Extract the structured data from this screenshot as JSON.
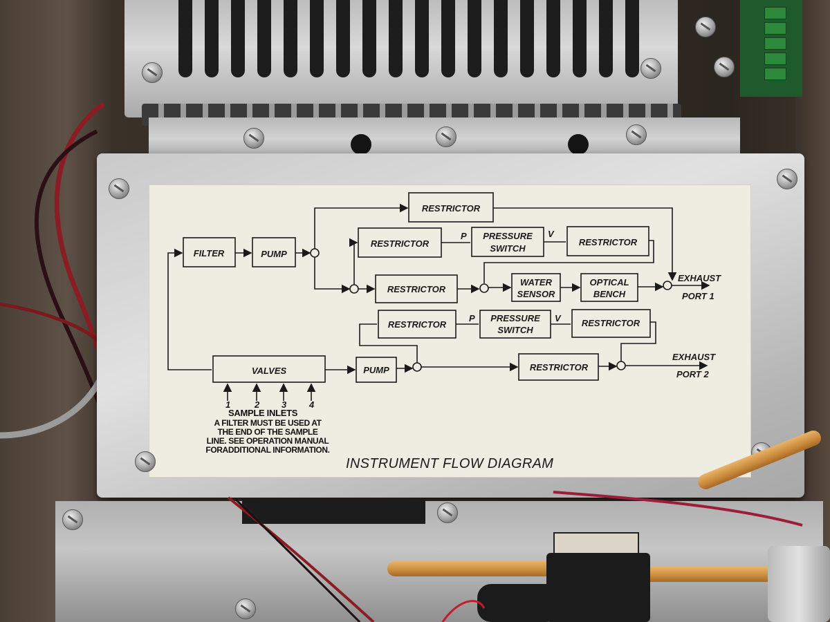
{
  "diagram": {
    "title": "INSTRUMENT FLOW DIAGRAM",
    "blocks": {
      "filter": "FILTER",
      "pump_top": "PUMP",
      "restrictor_top": "RESTRICTOR",
      "restrictor_row1_left": "RESTRICTOR",
      "pressure_switch_row1": [
        "PRESSURE",
        "SWITCH"
      ],
      "restrictor_row1_right": "RESTRICTOR",
      "restrictor_row2": "RESTRICTOR",
      "water_sensor": [
        "WATER",
        "SENSOR"
      ],
      "optical_bench": [
        "OPTICAL",
        "BENCH"
      ],
      "restrictor_row3_left": "RESTRICTOR",
      "pressure_switch_row3": [
        "PRESSURE",
        "SWITCH"
      ],
      "restrictor_row3_right": "RESTRICTOR",
      "valves": "VALVES",
      "pump_bottom": "PUMP",
      "restrictor_bottom": "RESTRICTOR"
    },
    "port_letters": {
      "p": "P",
      "v": "V"
    },
    "exhaust_port_1": [
      "EXHAUST",
      "PORT 1"
    ],
    "exhaust_port_2": [
      "EXHAUST",
      "PORT 2"
    ],
    "inlet_numbers": [
      "1",
      "2",
      "3",
      "4"
    ],
    "sample_inlets": "SAMPLE INLETS",
    "note": [
      "A FILTER MUST BE USED AT",
      "THE END OF THE SAMPLE",
      "LINE. SEE OPERATION MANUAL",
      "FORADDITIONAL INFORMATION."
    ]
  },
  "colors": {
    "label_background": "#efece2",
    "panel_metal": "#d0d0d0",
    "ink": "#1a1a1a",
    "tubing": "#c98a3a"
  }
}
